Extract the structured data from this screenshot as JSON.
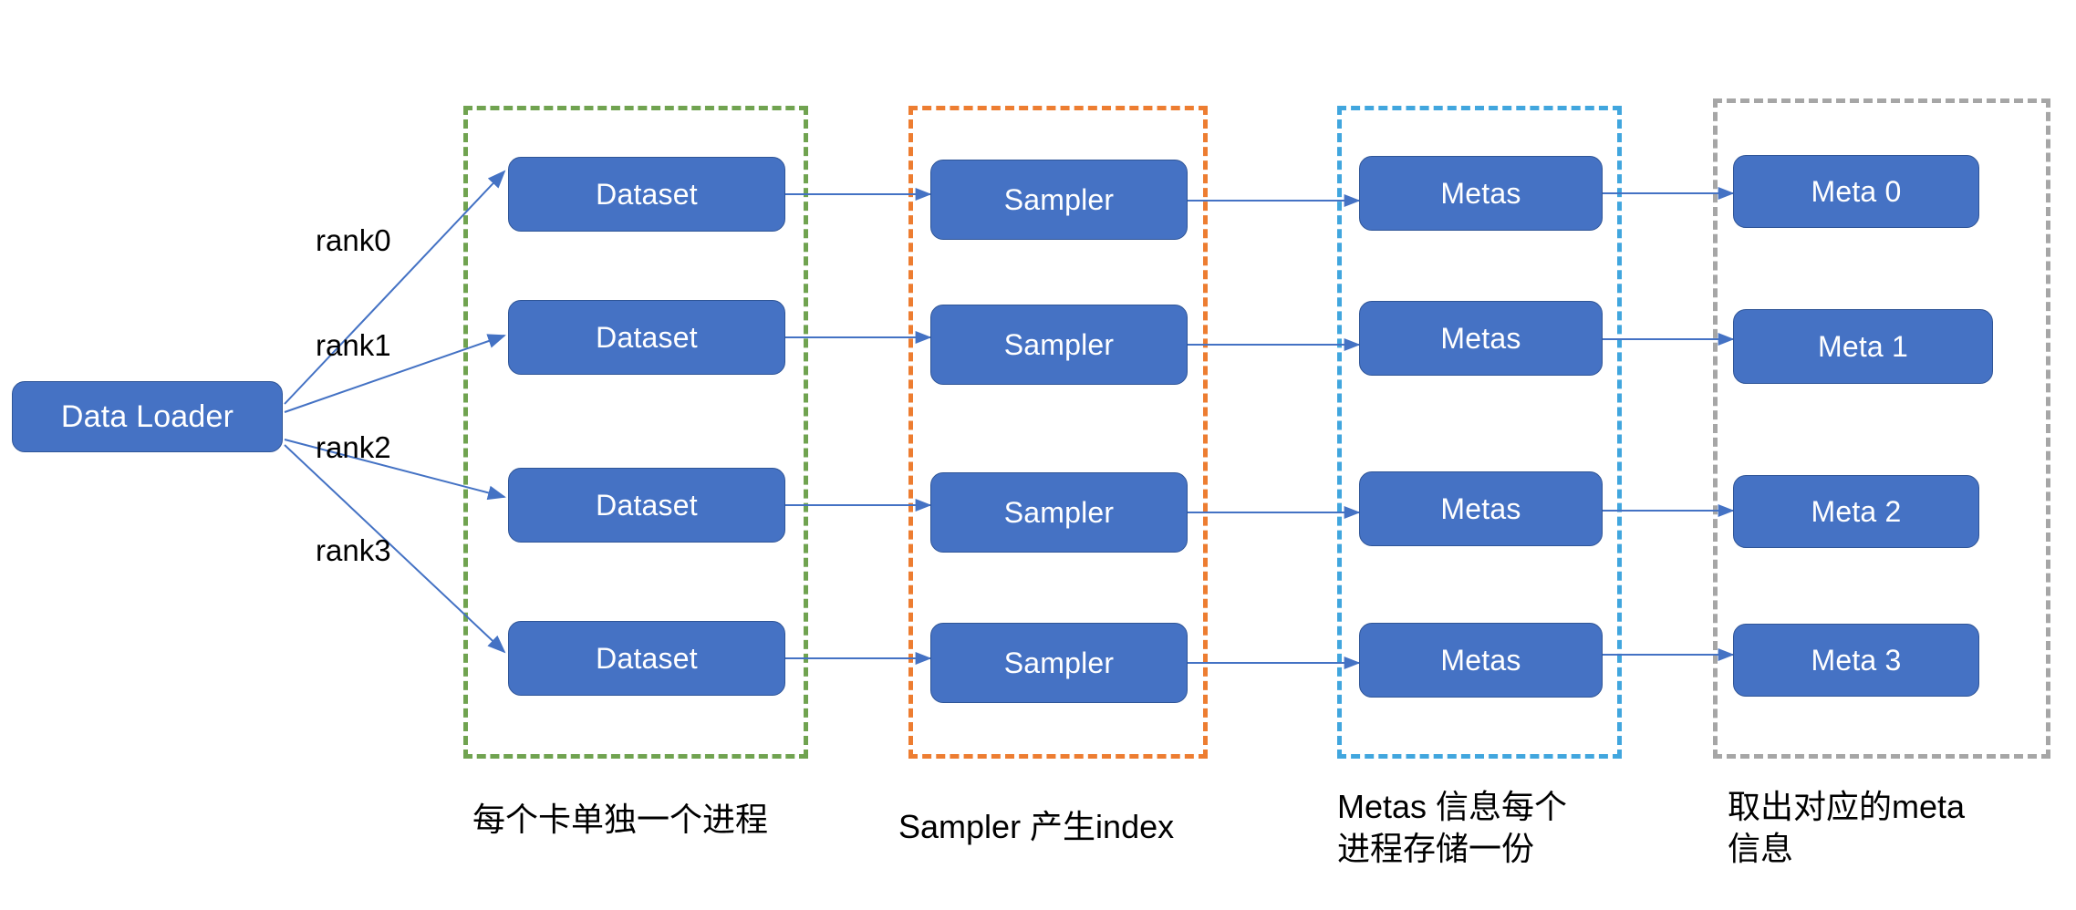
{
  "diagram": {
    "title": "Distributed DataLoader rank fan-out diagram",
    "colors": {
      "node_fill": "#4572C4",
      "node_stroke": "#2F5597",
      "node_text": "#FFFFFF",
      "group_dataset": "#70A350",
      "group_sampler": "#ED7D31",
      "group_metas": "#41A6DE",
      "group_meta": "#A6A6A6",
      "arrow": "#4472C4",
      "text": "#000000",
      "background": "#FFFFFF"
    },
    "root": {
      "label": "Data Loader"
    },
    "rank_labels": [
      {
        "label": "rank0"
      },
      {
        "label": "rank1"
      },
      {
        "label": "rank2"
      },
      {
        "label": "rank3"
      }
    ],
    "groups": [
      {
        "id": "dataset",
        "border_color": "#70A350",
        "caption": "每个卡单独一个进程",
        "caption_lines": [
          "每个卡单独一个进程"
        ],
        "nodes": [
          "Dataset",
          "Dataset",
          "Dataset",
          "Dataset"
        ]
      },
      {
        "id": "sampler",
        "border_color": "#ED7D31",
        "caption": "Sampler 产生index",
        "caption_lines": [
          "Sampler 产生index"
        ],
        "nodes": [
          "Sampler",
          "Sampler",
          "Sampler",
          "Sampler"
        ]
      },
      {
        "id": "metas",
        "border_color": "#41A6DE",
        "caption": "Metas 信息每个进程存储一份",
        "caption_lines": [
          "Metas 信息每个",
          "进程存储一份"
        ],
        "nodes": [
          "Metas",
          "Metas",
          "Metas",
          "Metas"
        ]
      },
      {
        "id": "meta",
        "border_color": "#A6A6A6",
        "caption": "取出对应的meta信息",
        "caption_lines": [
          "取出对应的meta",
          "信息"
        ],
        "nodes": [
          "Meta 0",
          "Meta 1",
          "Meta 2",
          "Meta 3"
        ]
      }
    ]
  }
}
